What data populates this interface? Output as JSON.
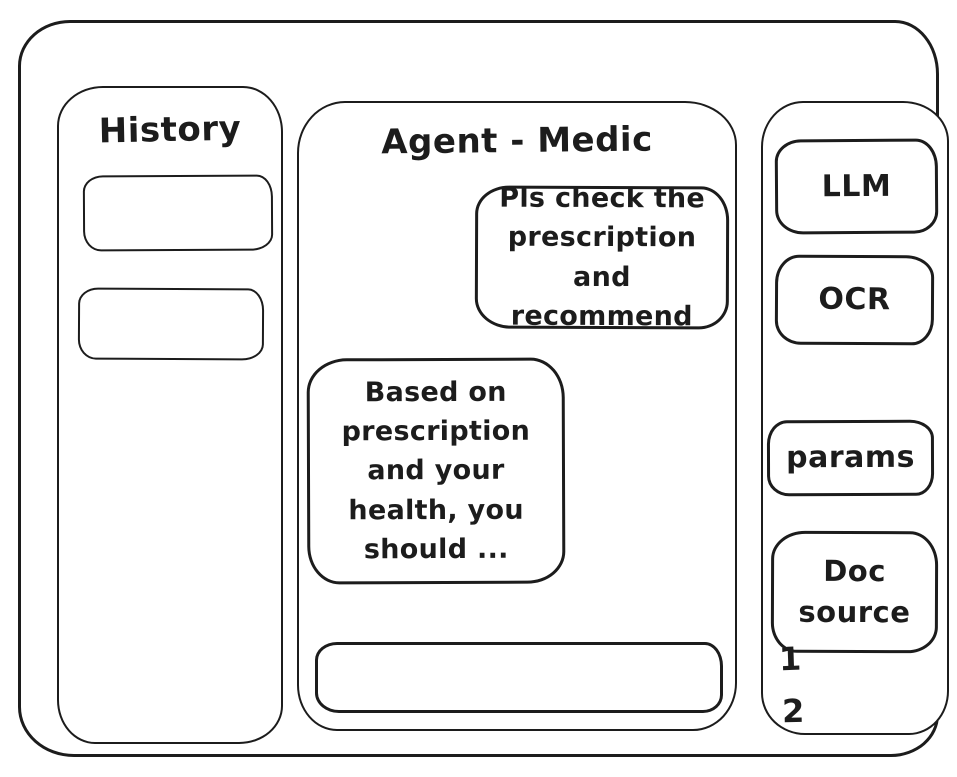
{
  "canvas": {
    "background": "#ffffff",
    "ink": "#1c1c1c"
  },
  "history": {
    "title": "History",
    "items": [
      {
        "label": ""
      },
      {
        "label": ""
      }
    ]
  },
  "chat": {
    "title": "Agent - Medic",
    "messages": [
      {
        "role": "user",
        "text": "Pls check the\nprescription\nand recommend"
      },
      {
        "role": "assistant",
        "text": "Based on\nprescription\nand your\nhealth, you\nshould ..."
      }
    ],
    "input": {
      "value": "",
      "placeholder": ""
    }
  },
  "tools": {
    "buttons": [
      {
        "id": "llm",
        "label": "LLM"
      },
      {
        "id": "ocr",
        "label": "OCR"
      },
      {
        "id": "params",
        "label": "params"
      },
      {
        "id": "doc-source",
        "label": "Doc\nsource"
      }
    ],
    "doc_source_items": [
      "1",
      "2"
    ]
  }
}
